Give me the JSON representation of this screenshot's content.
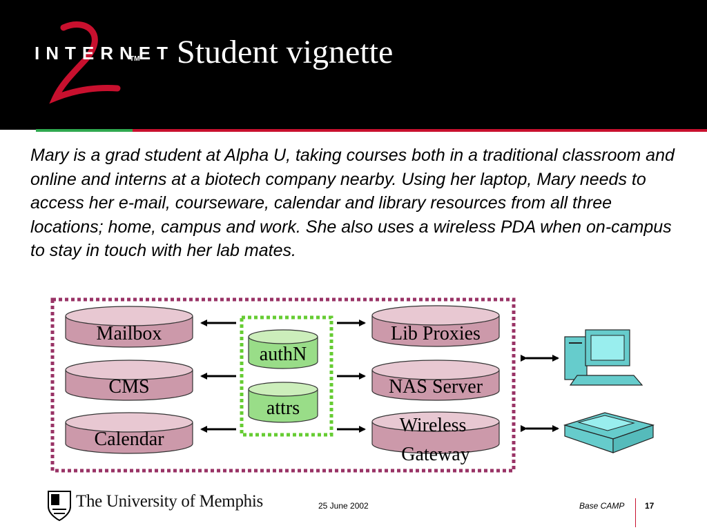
{
  "header": {
    "logo_text": "INTERNET",
    "logo_tm": "TM",
    "title": "Student vignette"
  },
  "body": {
    "paragraph": "Mary is a grad student at Alpha U, taking courses both in a traditional classroom and online and interns at a biotech company nearby. Using her laptop, Mary needs to access her e-mail, courseware, calendar and library resources from all three locations; home, campus and work.  She also uses a wireless PDA when on-campus to stay in touch with her lab mates."
  },
  "diagram": {
    "left_services": [
      "Mailbox",
      "CMS",
      "Calendar"
    ],
    "middle_services": [
      "authN",
      "attrs"
    ],
    "right_services": [
      "Lib Proxies",
      "NAS Server",
      "Wireless",
      "Gateway"
    ],
    "colors": {
      "service_fill": "#cc99aa",
      "service_top": "#e8c8d2",
      "middle_fill": "#99dd88",
      "middle_top": "#cceebb",
      "outer_border": "#993366",
      "inner_border": "#66cc33",
      "device_fill": "#66cccc"
    },
    "icons": [
      "desktop-computer-icon",
      "scanner-icon"
    ]
  },
  "footer": {
    "university": "The University of Memphis",
    "date": "25 June 2002",
    "event": "Base CAMP",
    "page": "17"
  }
}
